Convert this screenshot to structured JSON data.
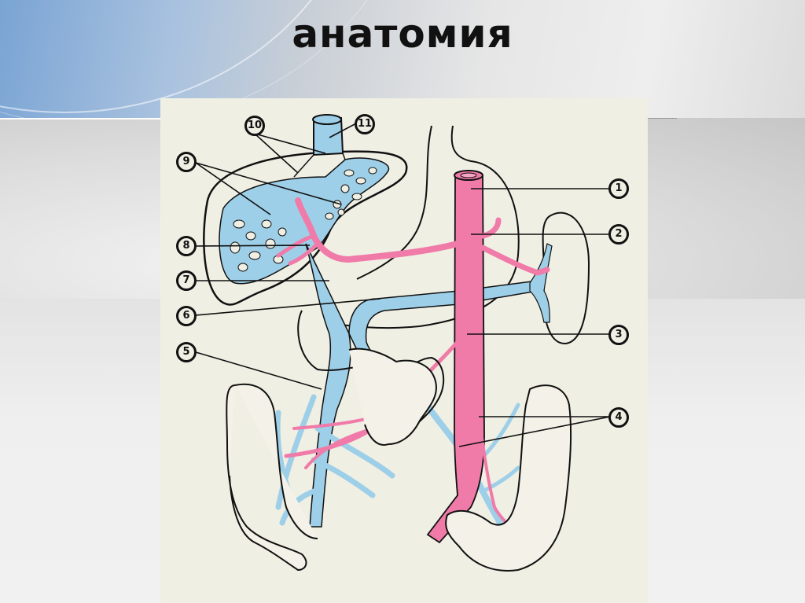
{
  "slide": {
    "title": "анатомия"
  },
  "diagram": {
    "subject": "portal vein system (hepatic portal circulation)",
    "colors": {
      "vein": "#9ecfe8",
      "artery": "#f07aa8",
      "outline": "#111111",
      "panel_background": "#f0efe4",
      "organ_fill": "#f4f2e8"
    },
    "callouts": [
      {
        "id": "1",
        "label": "1"
      },
      {
        "id": "2",
        "label": "2"
      },
      {
        "id": "3",
        "label": "3"
      },
      {
        "id": "4",
        "label": "4"
      },
      {
        "id": "5",
        "label": "5"
      },
      {
        "id": "6",
        "label": "6"
      },
      {
        "id": "7",
        "label": "7"
      },
      {
        "id": "8",
        "label": "8"
      },
      {
        "id": "9",
        "label": "9"
      },
      {
        "id": "10",
        "label": "10"
      },
      {
        "id": "11",
        "label": "11"
      }
    ]
  }
}
